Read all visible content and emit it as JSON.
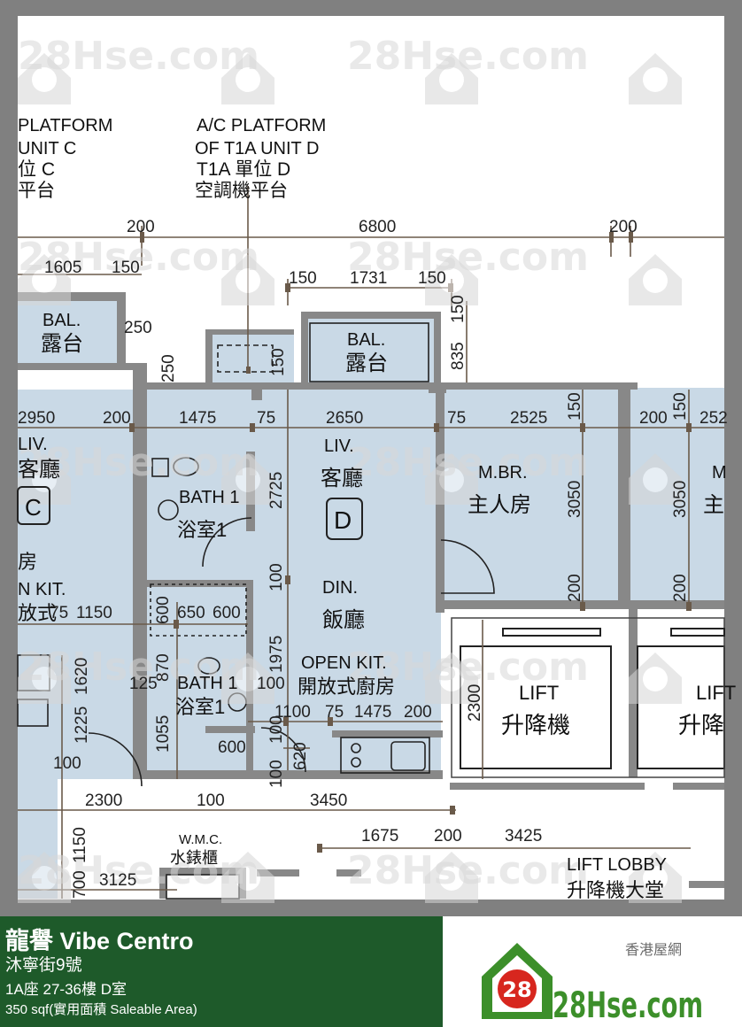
{
  "listing": {
    "title": "龍譽 Vibe Centro",
    "address": "沐寧街9號",
    "unit": "1A座 27-36樓 D室",
    "area": "350 sqf(實用面積 Saleable Area)"
  },
  "brand": {
    "tagline": "香港屋網",
    "logo_text": "28Hse.com",
    "logo_badge": "28",
    "watermark": "28Hse.com",
    "accent": "#1e5a2a",
    "logo_red": "#d7261e",
    "logo_green": "#3c8f2a"
  },
  "plan": {
    "ac_left": [
      "PLATFORM",
      "UNIT C",
      "位 C",
      "平台"
    ],
    "ac_right": [
      "A/C PLATFORM",
      "OF T1A UNIT D",
      "T1A 單位 D",
      "空調機平台"
    ],
    "bal_left": [
      "BAL.",
      "露台"
    ],
    "bal_right": [
      "BAL.",
      "露台"
    ],
    "liv_left": [
      "LIV.",
      "客廳"
    ],
    "unit_c": "C",
    "kit_left": [
      "N KIT.",
      "放式",
      "房"
    ],
    "liv_main": [
      "LIV.",
      "客廳"
    ],
    "unit_d": "D",
    "din": [
      "DIN.",
      "飯廳"
    ],
    "open_kit": [
      "OPEN KIT.",
      "開放式廚房"
    ],
    "mbr": [
      "M.BR.",
      "主人房"
    ],
    "mbr_right": [
      "M",
      "主"
    ],
    "bath1": [
      "BATH 1",
      "浴室1"
    ],
    "bath1b": [
      "BATH 1",
      "浴室1"
    ],
    "lift1": [
      "LIFT",
      "升降機"
    ],
    "lift2": [
      "LIFT",
      "升降"
    ],
    "wmc": [
      "W.M.C.",
      "水錶櫃"
    ],
    "lift_lobby": [
      "LIFT LOBBY",
      "升降機大堂"
    ],
    "dims": {
      "d200a": "200",
      "d6800": "6800",
      "d200b": "200",
      "d1605": "1605",
      "d150a": "150",
      "d150b": "150",
      "d1731": "1731",
      "d150c": "150",
      "d835": "835",
      "d150d": "150",
      "d250a": "250",
      "d250b": "250",
      "d150e": "150",
      "d2950": "2950",
      "d200c": "200",
      "d1475a": "1475",
      "d75a": "75",
      "d2650": "2650",
      "d75b": "75",
      "d2525": "2525",
      "d150f": "150",
      "d200d": "200",
      "d150g": "150",
      "d252": "252",
      "d2725": "2725",
      "d3050a": "3050",
      "d3050b": "3050",
      "d100a": "100",
      "d200e": "200",
      "d200f": "200",
      "d75c": "75",
      "d1150a": "1150",
      "d600a": "600",
      "d650": "650",
      "d600b": "600",
      "d1975": "1975",
      "d870": "870",
      "d1620": "1620",
      "d125": "125",
      "d100b": "100",
      "d2300a": "2300",
      "d1100": "1100",
      "d75d": "75",
      "d1475b": "1475",
      "d200g": "200",
      "d1225": "1225",
      "d1055": "1055",
      "d600c": "600",
      "d100c": "100",
      "d620": "620",
      "d100d": "100",
      "d100e": "100",
      "d2300b": "2300",
      "d100f": "100",
      "d3450": "3450",
      "d1150b": "1150",
      "d1675": "1675",
      "d200h": "200",
      "d3425": "3425",
      "d3125": "3125",
      "d700": "700"
    }
  }
}
